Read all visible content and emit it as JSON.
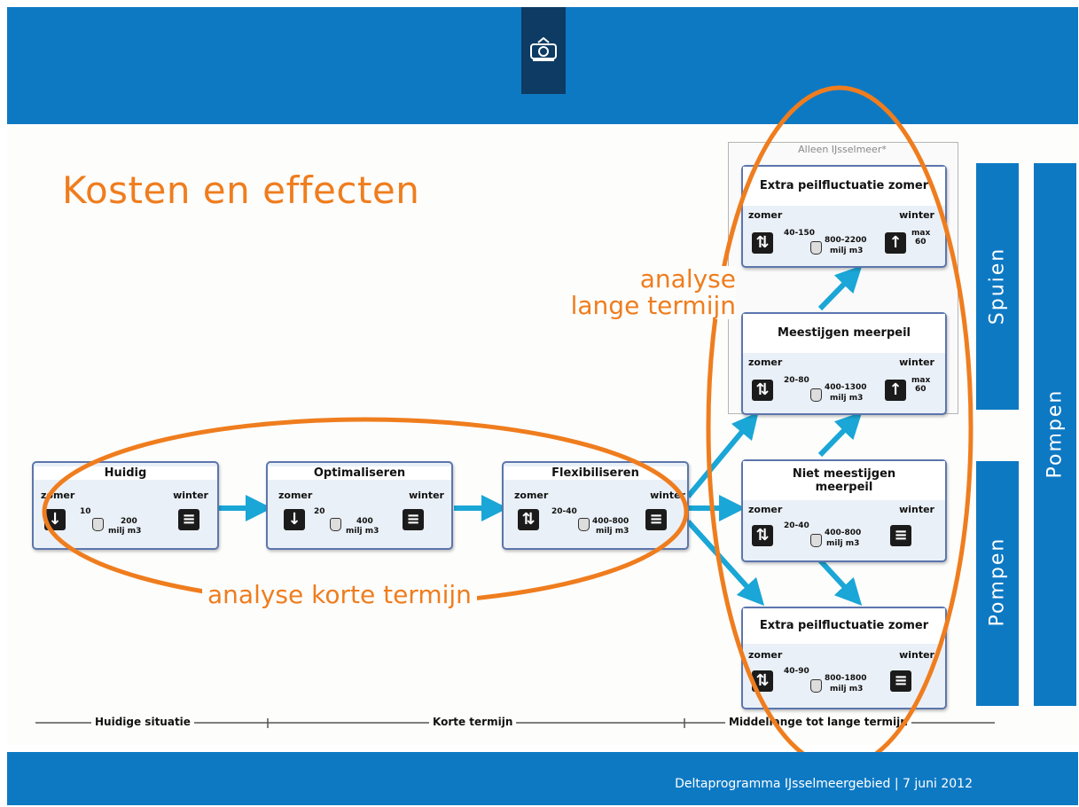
{
  "title": "Kosten en effecten",
  "footer": "Deltaprogramma IJsselmeergebied | 7 juni 2012",
  "colors": {
    "brand_blue": "#0e79c3",
    "accent_orange": "#ef7d1e",
    "box_border": "#5c76ad",
    "arrow": "#1aa6d6"
  },
  "group_label": "Alleen IJsselmeer*",
  "annotations": {
    "long_line1": "analyse",
    "long_line2": "lange termijn",
    "short": "analyse korte termijn"
  },
  "side_bars": {
    "spuien": "Spuien",
    "pompen_short": "Pompen",
    "pompen_tall": "Pompen"
  },
  "timeline": {
    "current": "Huidige situatie",
    "short": "Korte termijn",
    "long": "Middellange tot lange termijn"
  },
  "boxes": [
    {
      "title": "Huidig",
      "zomer": "zomer",
      "winter": "winter",
      "zomer_value": "10",
      "volume": "200",
      "volume_unit": "milj m3",
      "zomer_icon": "down-arrow-icon",
      "winter_icon": "level-icon"
    },
    {
      "title": "Optimaliseren",
      "zomer": "zomer",
      "winter": "winter",
      "zomer_value": "20",
      "volume": "400",
      "volume_unit": "milj m3",
      "zomer_icon": "down-arrow-icon",
      "winter_icon": "level-icon"
    },
    {
      "title": "Flexibiliseren",
      "zomer": "zomer",
      "winter": "winter",
      "zomer_value": "20-40",
      "volume": "400-800",
      "volume_unit": "milj m3",
      "zomer_icon": "up-down-arrow-icon",
      "winter_icon": "level-icon"
    },
    {
      "title": "Extra peilfluctuatie zomer",
      "zomer": "zomer",
      "winter": "winter",
      "zomer_value": "40-150",
      "volume": "800-2200",
      "volume_unit": "milj m3",
      "winter_value_line1": "max",
      "winter_value_line2": "60",
      "zomer_icon": "up-down-arrow-icon",
      "winter_icon": "up-arrow-icon"
    },
    {
      "title": "Meestijgen meerpeil",
      "zomer": "zomer",
      "winter": "winter",
      "zomer_value": "20-80",
      "volume": "400-1300",
      "volume_unit": "milj m3",
      "winter_value_line1": "max",
      "winter_value_line2": "60",
      "zomer_icon": "up-down-arrow-icon",
      "winter_icon": "up-arrow-icon"
    },
    {
      "title_line1": "Niet meestijgen",
      "title_line2": "meerpeil",
      "zomer": "zomer",
      "winter": "winter",
      "zomer_value": "20-40",
      "volume": "400-800",
      "volume_unit": "milj m3",
      "zomer_icon": "up-down-arrow-icon",
      "winter_icon": "level-icon"
    },
    {
      "title": "Extra peilfluctuatie zomer",
      "zomer": "zomer",
      "winter": "winter",
      "zomer_value": "40-90",
      "volume": "800-1800",
      "volume_unit": "milj m3",
      "zomer_icon": "up-down-arrow-icon",
      "winter_icon": "level-icon"
    }
  ]
}
